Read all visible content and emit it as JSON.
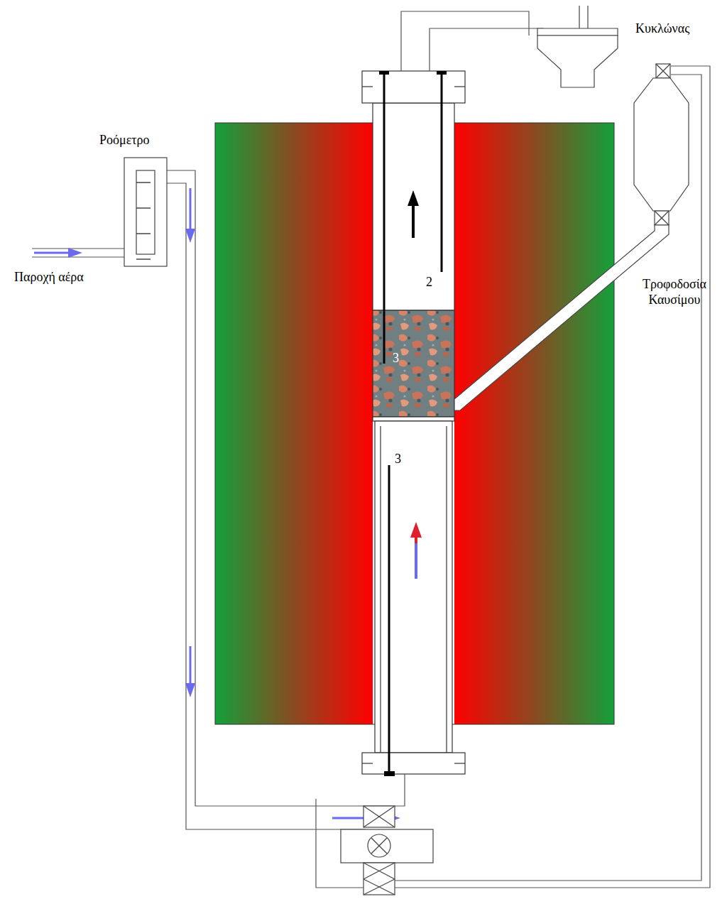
{
  "diagram": {
    "nodes": [
      {
        "text": [
          "Κυκλώνας"
        ]
      },
      {
        "text": [
          "Ροόμετρο"
        ]
      }
    ],
    "labels": [
      "Παροχή αέρα",
      "Τροφοδοσία Καυσίμου",
      "2",
      "3",
      "3"
    ]
  }
}
